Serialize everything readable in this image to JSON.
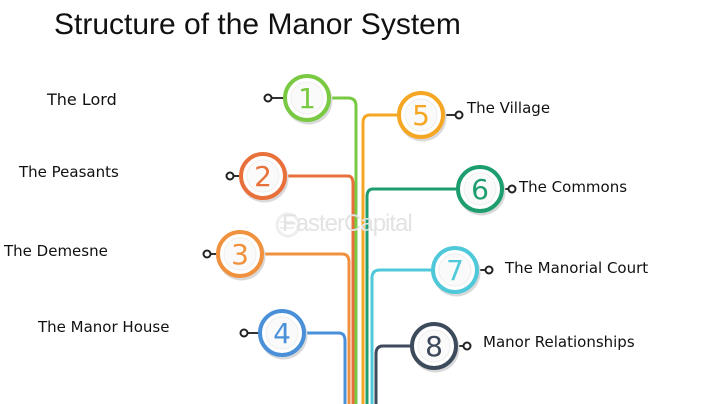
{
  "title": "Structure of the Manor System",
  "watermark": "FasterCapital",
  "nodes": [
    {
      "number": "1",
      "label": "The Lord",
      "color": "#7ac943"
    },
    {
      "number": "2",
      "label": "The Peasants",
      "color": "#e8703a"
    },
    {
      "number": "3",
      "label": "The Demesne",
      "color": "#f0913d"
    },
    {
      "number": "4",
      "label": "The Manor House",
      "color": "#4a90d9"
    },
    {
      "number": "5",
      "label": "The Village",
      "color": "#f5a623"
    },
    {
      "number": "6",
      "label": "The Commons",
      "color": "#1e9e6f"
    },
    {
      "number": "7",
      "label": "The Manorial Court",
      "color": "#4fc9d9"
    },
    {
      "number": "8",
      "label": "Manor Relationships",
      "color": "#3d4a5c"
    }
  ]
}
